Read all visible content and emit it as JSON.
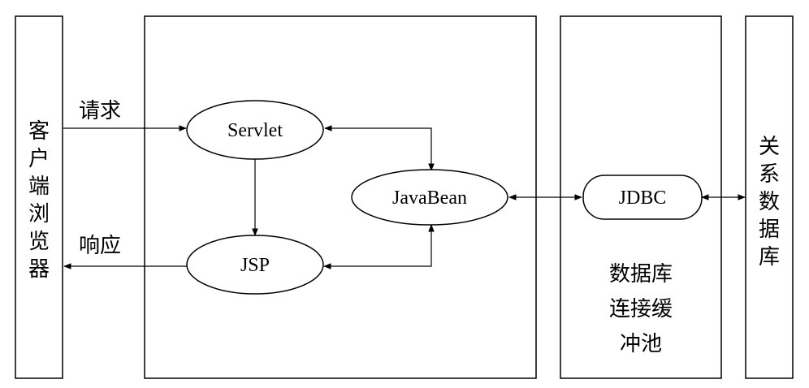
{
  "client": {
    "label_chars": [
      "客",
      "户",
      "端",
      "浏",
      "览",
      "器"
    ]
  },
  "database": {
    "label_chars": [
      "关",
      "系",
      "数",
      "据",
      "库"
    ]
  },
  "pool": {
    "label_lines": [
      "数据库",
      "连接缓",
      "冲池"
    ]
  },
  "nodes": {
    "servlet": "Servlet",
    "jsp": "JSP",
    "javabean": "JavaBean",
    "jdbc": "JDBC"
  },
  "edges": {
    "request": "请求",
    "response": "响应"
  }
}
